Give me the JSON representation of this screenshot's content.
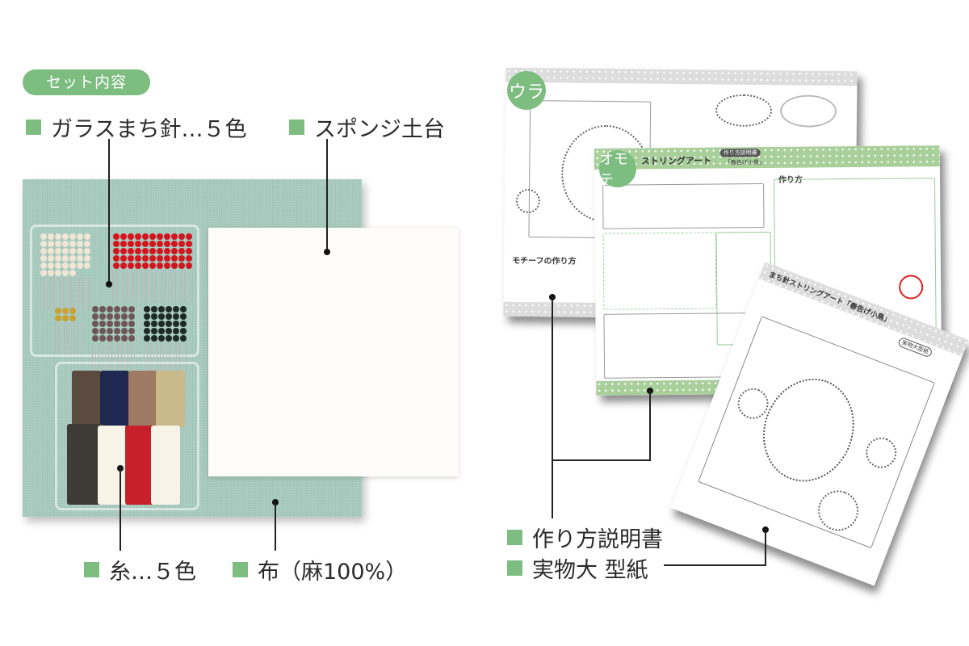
{
  "header": {
    "badge": "セット内容"
  },
  "items": {
    "pins": "ガラスまち針…５色",
    "sponge": "スポンジ土台",
    "thread": "糸…５色",
    "cloth": "布（麻100%）",
    "manual": "作り方説明書",
    "pattern": "実物大 型紙"
  },
  "sheets": {
    "back_tag": "ウラ",
    "front_tag": "オモテ",
    "front_title": "ストリングアート",
    "front_badge": "作り方説明書",
    "front_subtitle": "「春告げ小鳥」",
    "howto_heading": "作り方",
    "motif_heading": "モチーフの作り方",
    "pattern_title": "まち針ストリングアート「春告げ小鳥」",
    "pattern_badge": "実物大型紙"
  },
  "colors": {
    "accent": "#7dbd80",
    "fabric": "#a8cbbf",
    "sponge": "#fdfcf8"
  }
}
